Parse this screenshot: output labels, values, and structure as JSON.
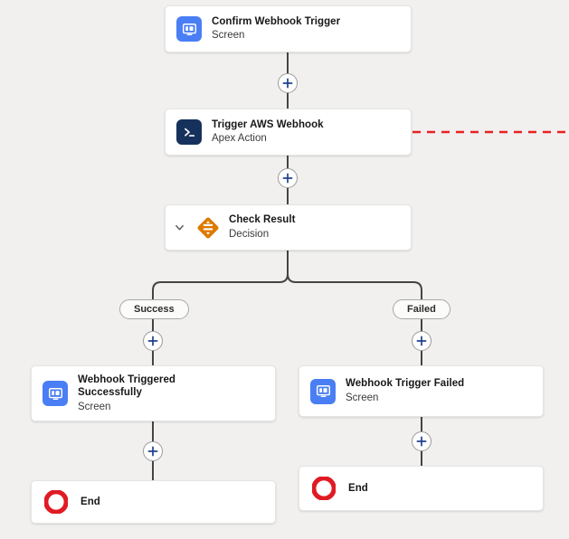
{
  "canvas": {
    "background_color": "#f1f0ef",
    "connector_color": "#444444",
    "fault_connector_color": "#ea2020"
  },
  "nodes": [
    {
      "id": "confirm-webhook-trigger",
      "title": "Confirm Webhook Trigger",
      "subtitle": "Screen",
      "icon": "screen-icon",
      "icon_color": "#4a7ef4"
    },
    {
      "id": "trigger-aws-webhook",
      "title": "Trigger AWS Webhook",
      "subtitle": "Apex Action",
      "icon": "apex-action-icon",
      "icon_color": "#16325c"
    },
    {
      "id": "check-result",
      "title": "Check Result",
      "subtitle": "Decision",
      "icon": "decision-icon",
      "icon_color": "#dd7a01"
    },
    {
      "id": "webhook-triggered-successfully",
      "title": "Webhook Triggered Successfully",
      "subtitle": "Screen",
      "icon": "screen-icon",
      "icon_color": "#4a7ef4"
    },
    {
      "id": "webhook-trigger-failed",
      "title": "Webhook Trigger Failed",
      "subtitle": "Screen",
      "icon": "screen-icon",
      "icon_color": "#4a7ef4"
    },
    {
      "id": "end-success",
      "title": "End",
      "icon": "end-stop-icon",
      "icon_color": "#e01b24"
    },
    {
      "id": "end-failed",
      "title": "End",
      "icon": "end-stop-icon",
      "icon_color": "#e01b24"
    }
  ],
  "branches": [
    {
      "id": "success-branch",
      "label": "Success"
    },
    {
      "id": "failed-branch",
      "label": "Failed"
    }
  ],
  "add_buttons": [
    {
      "id": "add-after-confirm-webhook-trigger",
      "glyph": "+"
    },
    {
      "id": "add-after-trigger-aws-webhook",
      "glyph": "+"
    },
    {
      "id": "add-in-success-branch",
      "glyph": "+"
    },
    {
      "id": "add-in-failed-branch",
      "glyph": "+"
    },
    {
      "id": "add-before-end-success",
      "glyph": "+"
    },
    {
      "id": "add-before-end-failed",
      "glyph": "+"
    }
  ]
}
